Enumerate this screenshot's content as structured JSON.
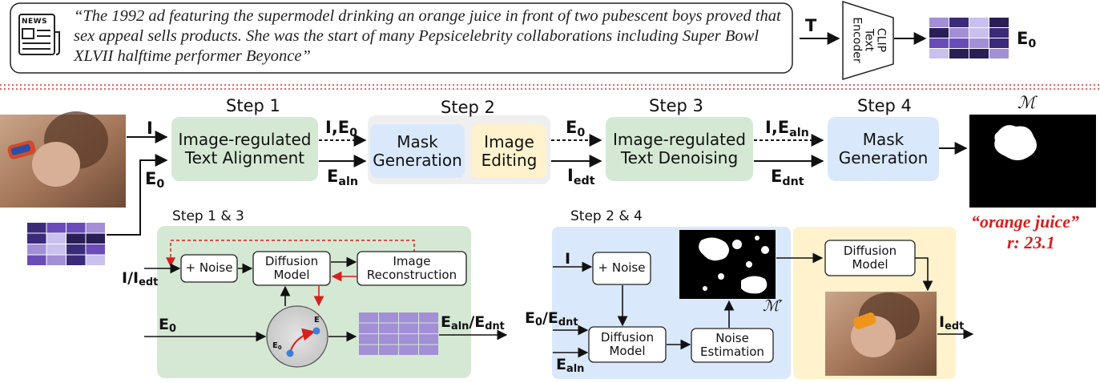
{
  "caption": {
    "text": "“The 1992 ad featuring the supermodel drinking an orange juice in front of two pubescent boys proved that sex appeal sells products. She was the start of many Pepsicelebrity collaborations including Super Bowl XLVII halftime performer Beyonce”",
    "icon": "newspaper-icon",
    "icon_label": "NEWS"
  },
  "text_encoder": {
    "input": "T",
    "lines": [
      "CLIP",
      "Text",
      "Encoder"
    ],
    "output": "E",
    "output_sub": "0"
  },
  "steps": {
    "s1": "Step 1",
    "s2": "Step 2",
    "s3": "Step 3",
    "s4": "Step 4",
    "s13": "Step 1 & 3",
    "s24": "Step 2 & 4"
  },
  "boxes": {
    "align": [
      "Image-regulated",
      "Text Alignment"
    ],
    "mask_gen_a": [
      "Mask",
      "Generation"
    ],
    "image_editing": [
      "Image",
      "Editing"
    ],
    "denoise": [
      "Image-regulated",
      "Text Denoising"
    ],
    "mask_gen_b": [
      "Mask",
      "Generation"
    ],
    "noise1": "+ Noise",
    "diffusion1": [
      "Diffusion",
      "Model"
    ],
    "reconstruction": [
      "Image",
      "Reconstruction"
    ],
    "noise2": "+ Noise",
    "diffusion2": [
      "Diffusion",
      "Model"
    ],
    "noise_estimation": [
      "Noise",
      "Estimation"
    ],
    "diffusion3": [
      "Diffusion",
      "Model"
    ]
  },
  "labels": {
    "I": "I",
    "E0": {
      "main": "E",
      "sub": "0"
    },
    "I_E0": {
      "main": "I,E",
      "sub": "0"
    },
    "E_aln": {
      "main": "E",
      "sub": "aln"
    },
    "E_dnt": {
      "main": "E",
      "sub": "dnt"
    },
    "I_edt": {
      "main": "I",
      "sub": "edt"
    },
    "I_Ealn": {
      "main": "I,E",
      "sub": "aln"
    },
    "I_over_Iedt": {
      "a": "I/I",
      "sub": "edt"
    },
    "Ealn_over_Ednt": {
      "a": "E",
      "asub": "aln",
      "b": "/E",
      "bsub": "dnt"
    },
    "E0_over_Ednt": {
      "a": "E",
      "asub": "0",
      "b": "/E",
      "bsub": "dnt"
    },
    "mask_M": "ℳ",
    "mask_M_prime": "ℳ′",
    "circle_E": "E",
    "circle_E0": {
      "main": "E",
      "sub": "0"
    }
  },
  "result": {
    "phrase": "“orange juice”",
    "score": "r: 23.1"
  },
  "colors": {
    "green_box": "#d5e8d4",
    "blue_box": "#dae8fc",
    "yellow_box": "#fff2cc",
    "gray_panel": "#f2f2f2",
    "red_accent": "#d61f1f",
    "embedding_palette": [
      "#a28fd6",
      "#6a4cb8",
      "#3b2a7a",
      "#c9c0ee",
      "#2a1f55"
    ]
  }
}
